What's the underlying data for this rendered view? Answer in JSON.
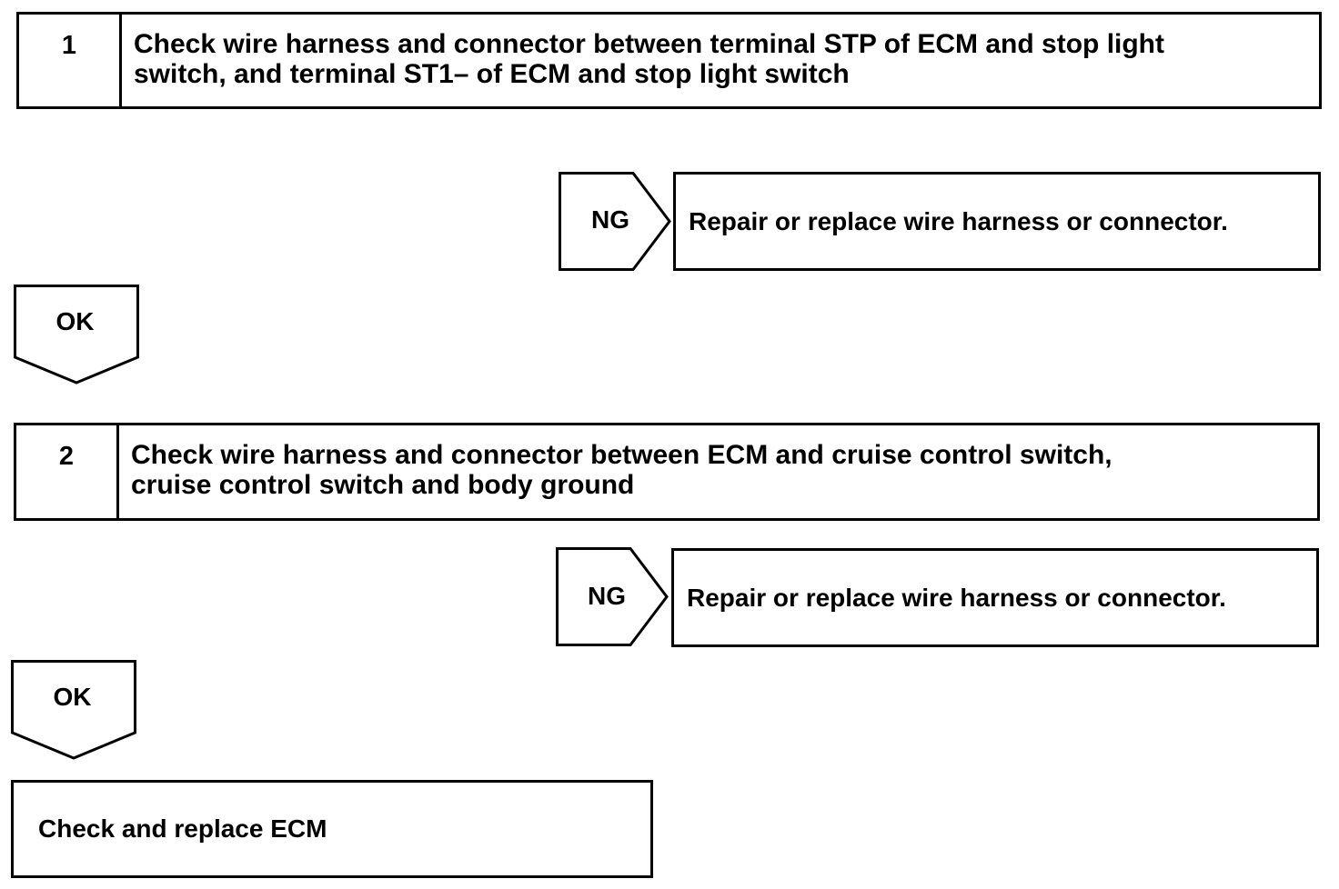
{
  "steps": [
    {
      "number": "1",
      "text_lines": [
        "Check wire harness and connector between terminal STP of ECM and stop light",
        "switch, and terminal ST1– of ECM and stop light switch"
      ],
      "ng_label": "NG",
      "ng_action": "Repair or replace wire harness or connector.",
      "ok_label": "OK"
    },
    {
      "number": "2",
      "text_lines": [
        "Check wire harness and connector between ECM and cruise control switch,",
        "cruise control switch and body ground"
      ],
      "ng_label": "NG",
      "ng_action": "Repair or replace wire harness or connector.",
      "ok_label": "OK"
    }
  ],
  "final": {
    "text": "Check and replace ECM"
  }
}
